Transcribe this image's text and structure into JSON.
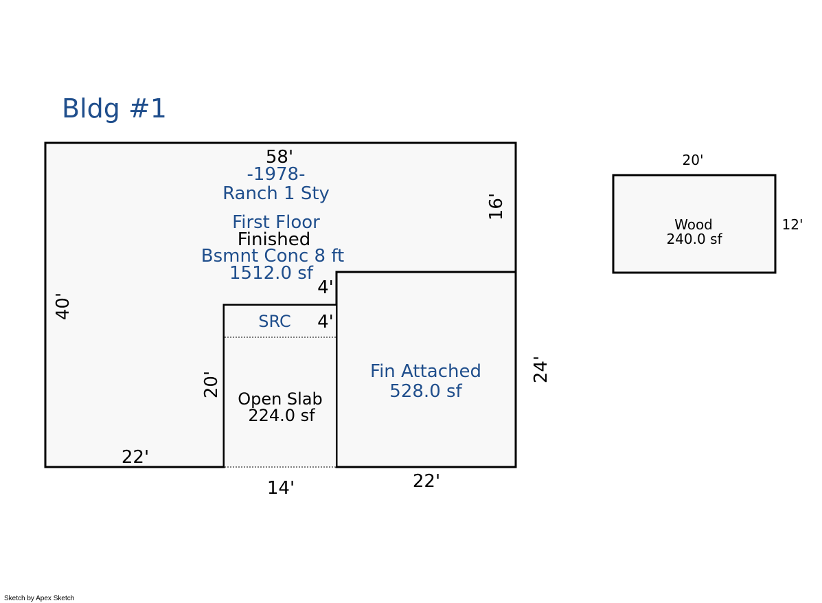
{
  "title": "Bldg #1",
  "colors": {
    "blue_text": "#1f4e8c",
    "fill": "#f8f8f8",
    "stroke": "#000000"
  },
  "main": {
    "year": "-1978-",
    "style": "Ranch 1 Sty",
    "floor": "First Floor",
    "finish": "Finished",
    "basement": "Bsmnt Conc 8 ft",
    "area": "1512.0 sf",
    "dim_top": "58'",
    "dim_left": "40'",
    "dim_right_upper": "16'",
    "dim_bottom_left": "22'",
    "dim_notch_left": "20'",
    "dim_step_upper": "4'",
    "dim_step_lower": "4'"
  },
  "garage": {
    "label": "Fin Attached",
    "area": "528.0 sf",
    "dim_right": "24'",
    "dim_bottom": "22'"
  },
  "src": {
    "label": "SRC"
  },
  "open_slab": {
    "label": "Open Slab",
    "area": "224.0 sf",
    "dim_bottom": "14'"
  },
  "wood": {
    "label": "Wood",
    "area": "240.0 sf",
    "dim_top": "20'",
    "dim_right": "12'"
  },
  "footer": "Sketch by Apex Sketch"
}
